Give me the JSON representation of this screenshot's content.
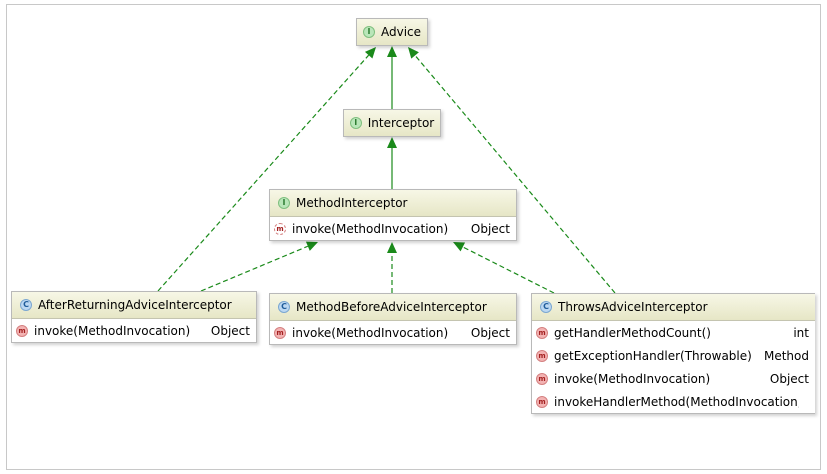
{
  "colors": {
    "arrow": "#1a8a1a",
    "header": "#ecebcf",
    "border": "#b9b9b9"
  },
  "nodes": {
    "advice": {
      "kind": "interface",
      "name": "Advice",
      "badge": "I"
    },
    "interceptor": {
      "kind": "interface",
      "name": "Interceptor",
      "badge": "I"
    },
    "method_interceptor": {
      "kind": "interface",
      "name": "MethodInterceptor",
      "badge": "I",
      "members": [
        {
          "badge": "m",
          "signature": "invoke(MethodInvocation)",
          "returns": "Object"
        }
      ]
    },
    "after_returning": {
      "kind": "class",
      "name": "AfterReturningAdviceInterceptor",
      "badge": "C",
      "members": [
        {
          "badge": "m",
          "signature": "invoke(MethodInvocation)",
          "returns": "Object"
        }
      ]
    },
    "method_before": {
      "kind": "class",
      "name": "MethodBeforeAdviceInterceptor",
      "badge": "C",
      "members": [
        {
          "badge": "m",
          "signature": "invoke(MethodInvocation)",
          "returns": "Object"
        }
      ]
    },
    "throws_advice": {
      "kind": "class",
      "name": "ThrowsAdviceInterceptor",
      "badge": "C",
      "members": [
        {
          "badge": "m",
          "signature": "getHandlerMethodCount()",
          "returns": "int"
        },
        {
          "badge": "m",
          "signature": "getExceptionHandler(Throwable)",
          "returns": "Method"
        },
        {
          "badge": "m",
          "signature": "invoke(MethodInvocation)",
          "returns": "Object"
        },
        {
          "badge": "m",
          "signature": "invokeHandlerMethod(MethodInvocation, Th",
          "returns": ""
        }
      ]
    }
  },
  "edges": [
    {
      "from": "interceptor",
      "to": "advice",
      "style": "solid"
    },
    {
      "from": "method_interceptor",
      "to": "interceptor",
      "style": "solid"
    },
    {
      "from": "after_returning",
      "to": "advice",
      "style": "dashed"
    },
    {
      "from": "throws_advice",
      "to": "advice",
      "style": "dashed"
    },
    {
      "from": "after_returning",
      "to": "method_interceptor",
      "style": "dashed"
    },
    {
      "from": "method_before",
      "to": "method_interceptor",
      "style": "dashed"
    },
    {
      "from": "throws_advice",
      "to": "method_interceptor",
      "style": "dashed"
    }
  ]
}
